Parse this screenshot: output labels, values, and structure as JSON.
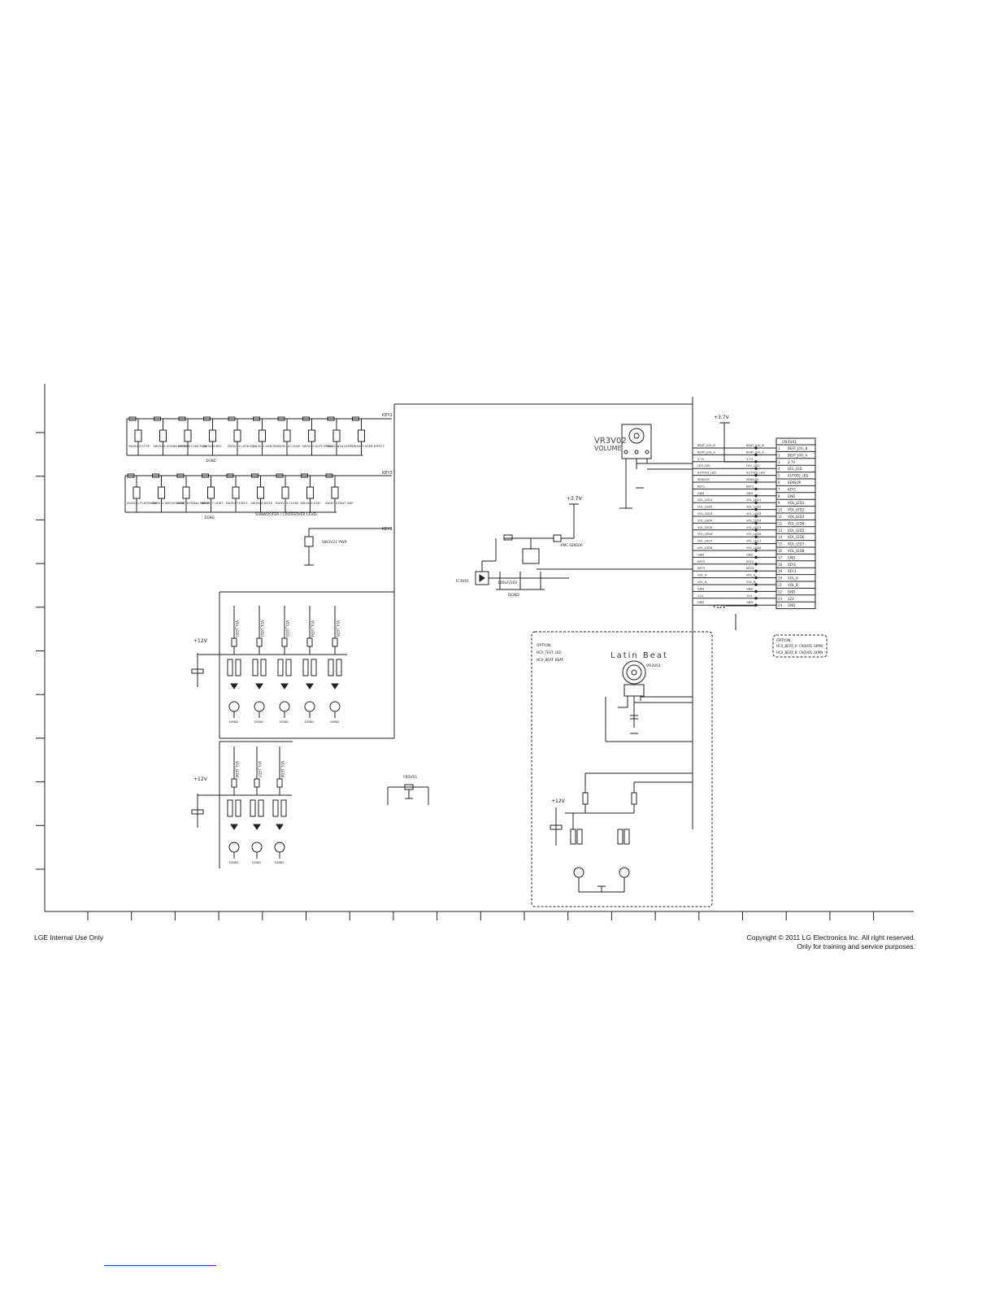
{
  "footer": {
    "left": "LGE Internal Use Only",
    "right_line1": "Copyright © 2011 LG Electronics Inc. All right reserved.",
    "right_line2": "Only for training and service purposes."
  },
  "schematic": {
    "volume_pot": {
      "ref": "VR3V02",
      "label": "VOLUME"
    },
    "latin_beat": {
      "title": "Latin Beat",
      "ref": "VR3V01"
    },
    "rail_37": "+3.7V",
    "rail_12": "+12V",
    "gnd": "DGND",
    "key_lines": [
      "KEY2",
      "KEY3",
      "KEY1"
    ],
    "buttons_row1": [
      "SW3V03 STOP",
      "SW3V04 SOUND EFFECT",
      "SW3V05 FUNCTION",
      "SW3V06 REC",
      "SW3V11 LATIN EQ",
      "SW3V12 USB REC",
      "SW3V14 CLEAR",
      "SW3V10 AUTO PROG",
      "SW3V18 DJ LOOP",
      "SW3V09 USER EFFECT"
    ],
    "buttons_row2": [
      "SW3V01 PLAY/PAUSE",
      "SW3V15 SKIP/VOLUME",
      "SW3V16 PEDAL FADER",
      "SW3V17 LIGHT",
      "SW3V07 EJECT",
      "SW3V08 MUTE",
      "SW3V13 CLOSE",
      "SW3V02 STAY",
      "SW3V19 BEAT SKIP"
    ],
    "sub_label": "SUBWOOFER / CROSSOVER LEVEL",
    "power_button": "SW3V21 PWR",
    "led_row1_nets": [
      "VOL_LED1",
      "VOL_LED2",
      "VOL_LED3",
      "VOL_LED4",
      "VOL_LED5"
    ],
    "led_row2_nets": [
      "VOL_LED6",
      "VOL_LED7",
      "VOL_LED8"
    ],
    "connector": {
      "ref": "CN3V01",
      "pins": [
        "BEAT_JOG_B",
        "BEAT_JOG_A",
        "3.7V",
        "LEG_LED",
        "AUTODJ_LED",
        "SENSOR",
        "KEY1",
        "GND",
        "VOL_LED1",
        "VOL_LED2",
        "VOL_LED3",
        "VOL_LED4",
        "VOL_LED5",
        "VOL_LED6",
        "VOL_LED7",
        "VOL_LED8",
        "GND",
        "KEY2",
        "KEY3",
        "VOL_A",
        "VOL_B",
        "GND",
        "12V",
        "GND"
      ]
    },
    "option_note": [
      "OPTION",
      "HCX_BEAT_A: CN3V01 18PIN",
      "HCX_BEAT_B: CN3V01 24PIN"
    ],
    "led_note": [
      "OPTION",
      "HCX_TEST: LED",
      "HCX_BEAT: BEAT"
    ],
    "ir_ref": "IC3V01",
    "remote_sensor": "RMC SENSOR",
    "cap_label": "100uF/16V",
    "jumper": "FB3V01"
  }
}
